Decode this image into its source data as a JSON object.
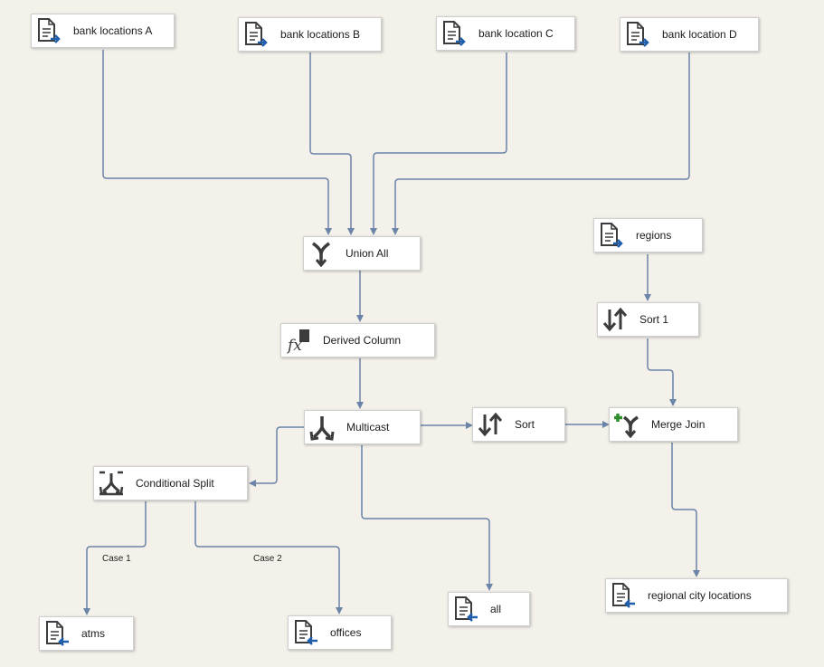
{
  "nodes": {
    "bank_locations_a": {
      "label": "bank locations A",
      "icon": "flat-file-source-icon"
    },
    "bank_locations_b": {
      "label": "bank locations B",
      "icon": "flat-file-source-icon"
    },
    "bank_location_c": {
      "label": "bank location C",
      "icon": "flat-file-source-icon"
    },
    "bank_location_d": {
      "label": "bank location D",
      "icon": "flat-file-source-icon"
    },
    "regions": {
      "label": "regions",
      "icon": "flat-file-source-icon"
    },
    "union_all": {
      "label": "Union All",
      "icon": "union-all-icon"
    },
    "sort_1": {
      "label": "Sort 1",
      "icon": "sort-icon"
    },
    "derived_column": {
      "label": "Derived Column",
      "icon": "derived-column-icon"
    },
    "multicast": {
      "label": "Multicast",
      "icon": "multicast-icon"
    },
    "sort": {
      "label": "Sort",
      "icon": "sort-icon"
    },
    "merge_join": {
      "label": "Merge Join",
      "icon": "merge-join-icon"
    },
    "conditional_split": {
      "label": "Conditional Split",
      "icon": "conditional-split-icon"
    },
    "atms": {
      "label": "atms",
      "icon": "flat-file-destination-icon"
    },
    "offices": {
      "label": "offices",
      "icon": "flat-file-destination-icon"
    },
    "all": {
      "label": "all",
      "icon": "flat-file-destination-icon"
    },
    "regional_city_locations": {
      "label": "regional city locations",
      "icon": "flat-file-destination-icon"
    }
  },
  "paths": {
    "case_1": "Case 1",
    "case_2": "Case 2"
  },
  "colors": {
    "canvas": "#f4f1ea",
    "wire": "#6b84a7",
    "icon": "#3c3c3c",
    "arrow_blue": "#1f5fae",
    "plus_green": "#2f8f2f"
  }
}
